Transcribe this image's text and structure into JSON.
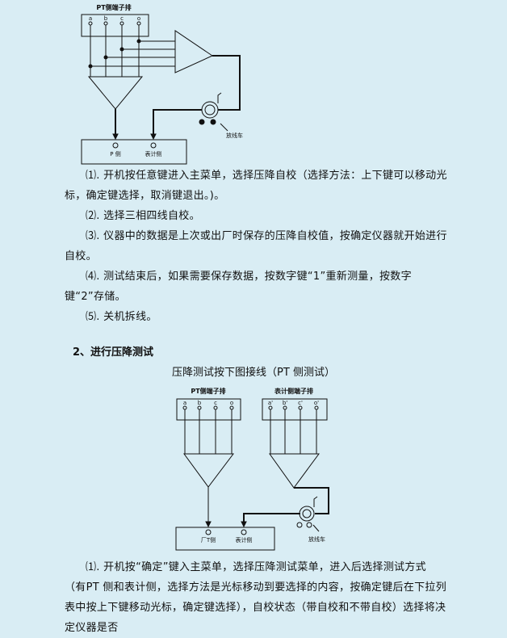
{
  "diagram1": {
    "terminal_block_title": "PT侧端子排",
    "terminals": [
      "a",
      "b",
      "c",
      "o"
    ],
    "instrument_labels": [
      "P 侧",
      "表计侧"
    ],
    "reel_label": "放线车"
  },
  "section1_steps": [
    "⑴. 开机按任意键进入主菜单，选择压降自校（选择方法：上下键可以移动光标，确定键选择，取消键退出。)。",
    "⑵. 选择三相四线自校。",
    "⑶. 仪器中的数据是上次或出厂时保存的压降自校值，按确定仪器就开始进行自校。",
    "⑷. 测试结束后，如果需要保存数据，按数字键“1”重新测量，按数字键“2”存储。",
    "⑸. 关机拆线。"
  ],
  "section2": {
    "heading": "2、进行压降测试",
    "caption": "压降测试按下图接线（PT 侧测试）"
  },
  "diagram2": {
    "pt_block_title": "PT侧端子排",
    "pt_terminals": [
      "a",
      "b",
      "c",
      "o"
    ],
    "meter_block_title": "表计侧端子排",
    "meter_terminals": [
      "a'",
      "b'",
      "c'",
      "o'"
    ],
    "instrument_labels": [
      "厂T侧",
      "表计侧"
    ],
    "reel_label": "放线车"
  },
  "section2_steps": [
    "⑴. 开机按“确定”键入主菜单，选择压降测试菜单，进入后选择测试方式（有PT 侧和表计侧，选择方法是光标移动到要选择的内容，按确定键后在下拉列表中按上下键移动光标，确定键选择），自校状态（带自校和不带自校）选择将决定仪器是否"
  ]
}
